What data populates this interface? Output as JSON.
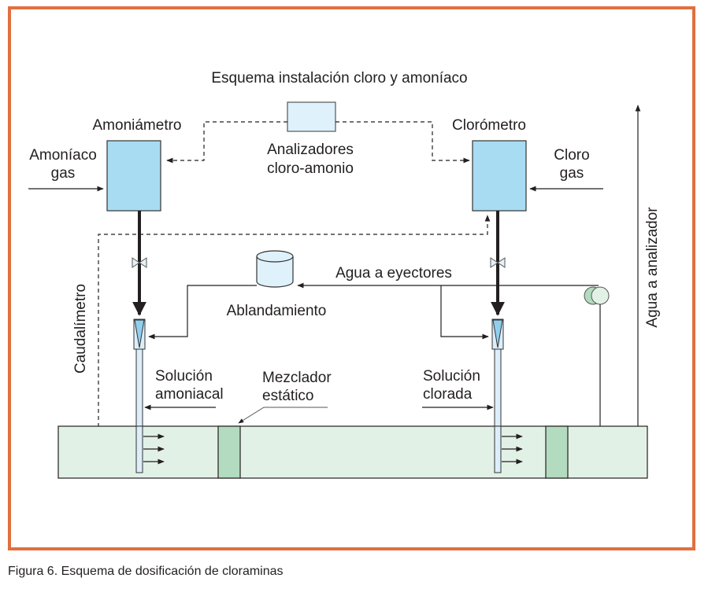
{
  "diagram": {
    "title": "Esquema instalación cloro y amoníaco",
    "labels": {
      "amoniametro": "Amoniámetro",
      "clorometro": "Clorómetro",
      "amoniaco_gas_1": "Amoníaco",
      "amoniaco_gas_2": "gas",
      "cloro_gas_1": "Cloro",
      "cloro_gas_2": "gas",
      "analizadores_1": "Analizadores",
      "analizadores_2": "cloro-amonio",
      "agua_eyectores": "Agua a eyectores",
      "ablandamiento": "Ablandamiento",
      "caudalimetro": "Caudalímetro",
      "agua_analizador": "Agua a analizador",
      "solucion_amoniacal_1": "Solución",
      "solucion_amoniacal_2": "amoniacal",
      "mezclador_1": "Mezclador",
      "mezclador_2": "estático",
      "solucion_clorada_1": "Solución",
      "solucion_clorada_2": "clorada"
    },
    "colors": {
      "frame": "#e0703f",
      "meter_fill": "#a8dcf2",
      "analyzer_fill": "#dff1fa",
      "pipe_fill": "#e2f1e6",
      "mixer_fill": "#b2dbbf",
      "tube_fill": "#dceefa",
      "line": "#231f20"
    }
  },
  "caption": "Figura 6. Esquema de dosificación de cloraminas"
}
